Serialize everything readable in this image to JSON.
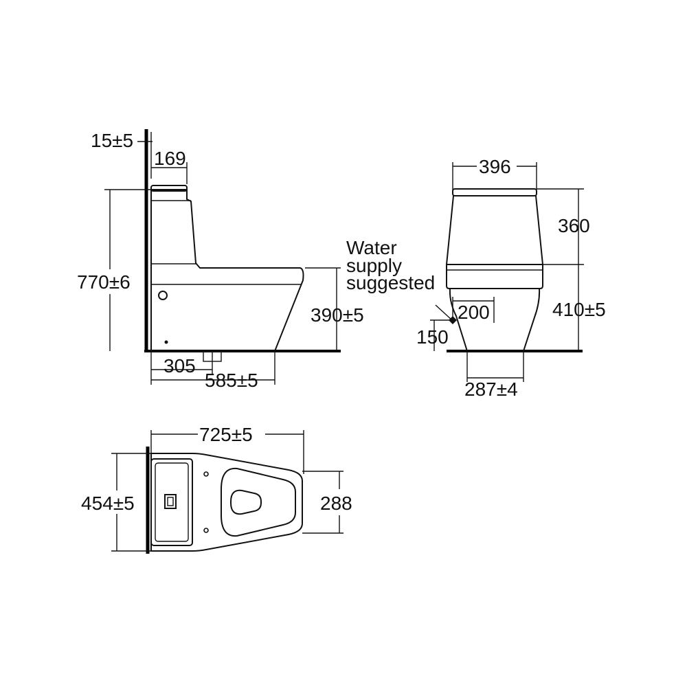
{
  "side_view": {
    "wall_gap": "15±5",
    "tank_depth": "169",
    "total_height": "770±6",
    "seat_height": "390±5",
    "outlet_distance": "305",
    "base_length": "585±5"
  },
  "water_supply": {
    "line1": "Water",
    "line2": "supply",
    "line3": "suggested"
  },
  "front_view": {
    "tank_width": "396",
    "tank_height": "360",
    "bowl_height": "410±5",
    "supply_offset": "200",
    "supply_height": "150",
    "base_width": "287±4"
  },
  "top_view": {
    "total_length": "725±5",
    "total_width": "454±5",
    "bowl_width": "288"
  },
  "colors": {
    "line": "#111111",
    "background": "#ffffff"
  }
}
